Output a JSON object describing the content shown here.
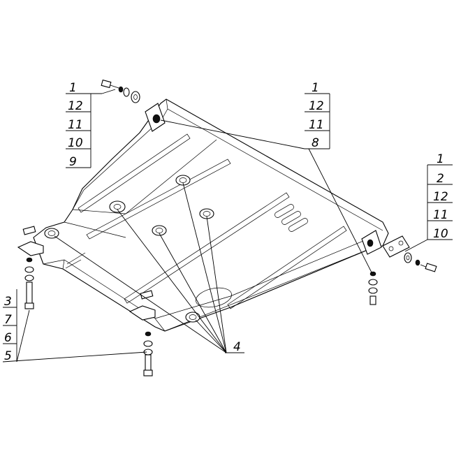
{
  "callouts": {
    "top_left": [
      "1",
      "12",
      "11",
      "10",
      "9"
    ],
    "top_center": [
      "1",
      "12",
      "11",
      "8"
    ],
    "right": [
      "1",
      "2",
      "12",
      "11",
      "10"
    ],
    "bottom_left": [
      "3",
      "7",
      "6",
      "5"
    ],
    "bottom_center": "4"
  }
}
